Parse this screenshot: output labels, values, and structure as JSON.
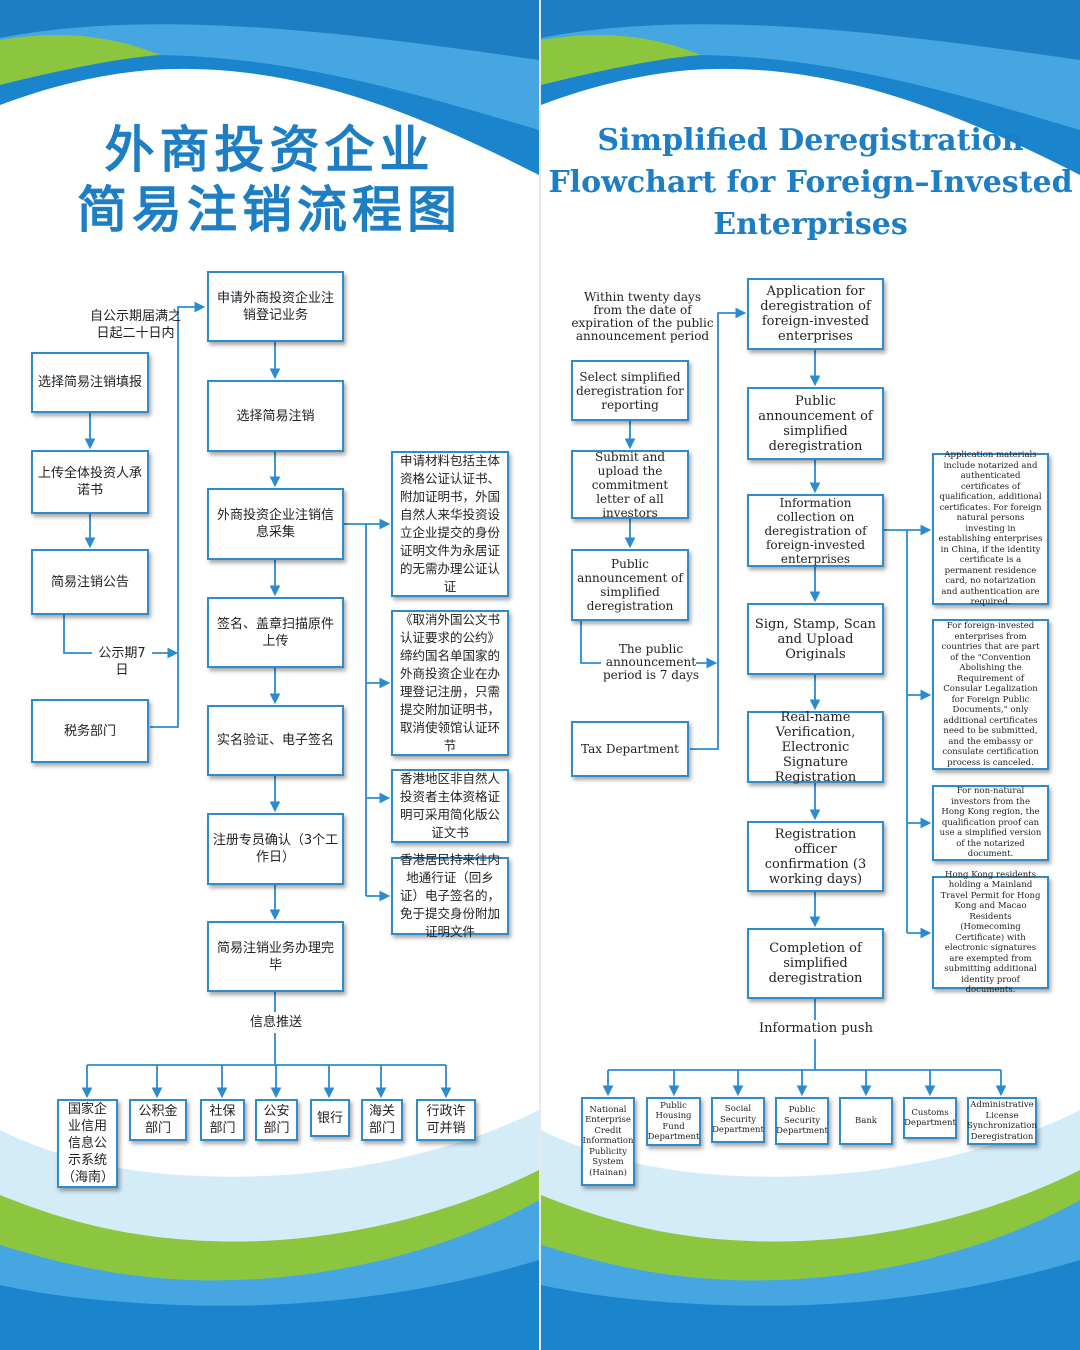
{
  "colors": {
    "primary_blue": "#1d7ec4",
    "box_border": "#2f8bc9",
    "accent_green": "#8cc63f",
    "line": "#2b8bd0"
  },
  "zh": {
    "title_line1": "外商投资企业",
    "title_line2": "简易注销流程图",
    "main_steps": [
      "申请外商投资企业注销登记业务",
      "选择简易注销",
      "外商投资企业注销信息采集",
      "签名、盖章扫描原件上传",
      "实名验证、电子签名",
      "注册专员确认（3个工作日）",
      "简易注销业务办理完毕"
    ],
    "left_steps": [
      "选择简易注销填报",
      "上传全体投资人承诺书",
      "简易注销公告"
    ],
    "tax": "税务部门",
    "label_twenty_days": "自公示期届满之日起二十日内",
    "label_seven_days": "公示期7日",
    "label_push": "信息推送",
    "notes": [
      "申请材料包括主体资格公证认证书、附加证明书，外国自然人来华投资设立企业提交的身份证明文件为永居证的无需办理公证认证",
      "《取消外国公文书认证要求的公约》缔约国名单国家的外商投资企业在办理登记注册，只需提交附加证明书，取消使领馆认证环节",
      "香港地区非自然人投资者主体资格证明可采用简化版公证文书",
      "香港居民持来往内地通行证（回乡证）电子签名的，免于提交身份附加证明文件"
    ],
    "departments": [
      "国家企业信用信息公示系统（海南）",
      "公积金部门",
      "社保部门",
      "公安部门",
      "银行",
      "海关部门",
      "行政许可并销"
    ]
  },
  "en": {
    "title_line1": "Simplified Deregistration",
    "title_line2": "Flowchart for Foreign–Invested",
    "title_line3": "Enterprises",
    "main_steps": [
      "Application for deregistration of foreign-invested enterprises",
      "Public announcement of simplified deregistration",
      "Information collection on deregistration of foreign-invested enterprises",
      "Sign, Stamp, Scan and Upload Originals",
      "Real-name Verification, Electronic Signature Registration",
      "Registration officer confirmation (3 working days)",
      "Completion of simplified deregistration"
    ],
    "left_steps": [
      "Select simplified deregistration for reporting",
      "Submit and upload the commitment letter of all investors",
      "Public announcement of simplified deregistration"
    ],
    "tax": "Tax Department",
    "label_twenty_days": "Within twenty days from the date of expiration of the public announcement period",
    "label_seven_days": "The public announcement period is 7 days",
    "label_push": "Information push",
    "notes": [
      "Application materials include notarized and authenticated certificates of qualification, additional certificates. For foreign natural persons investing in establishing enterprises in China, if the identity certificate is a permanent residence card, no notarization and authentication are required.",
      "For foreign-invested enterprises from countries that are part of the \"Convention Abolishing the Requirement of Consular Legalization for Foreign Public Documents,\" only additional certificates need to be submitted, and the embassy or consulate certification process is canceled.",
      "For non-natural investors from the Hong Kong region, the qualification proof can use a simplified version of the notarized document.",
      "Hong Kong residents holding a Mainland Travel Permit for Hong Kong and Macao Residents (Homecoming Certificate) with electronic signatures are exempted from submitting additional identity proof documents."
    ],
    "departments": [
      "National Enterprise Credit Information Publicity System (Hainan)",
      "Public Housing Fund Department",
      "Social Security Department",
      "Public Security Department",
      "Bank",
      "Customs Department",
      "Administrative License Synchronization Deregistration"
    ]
  }
}
